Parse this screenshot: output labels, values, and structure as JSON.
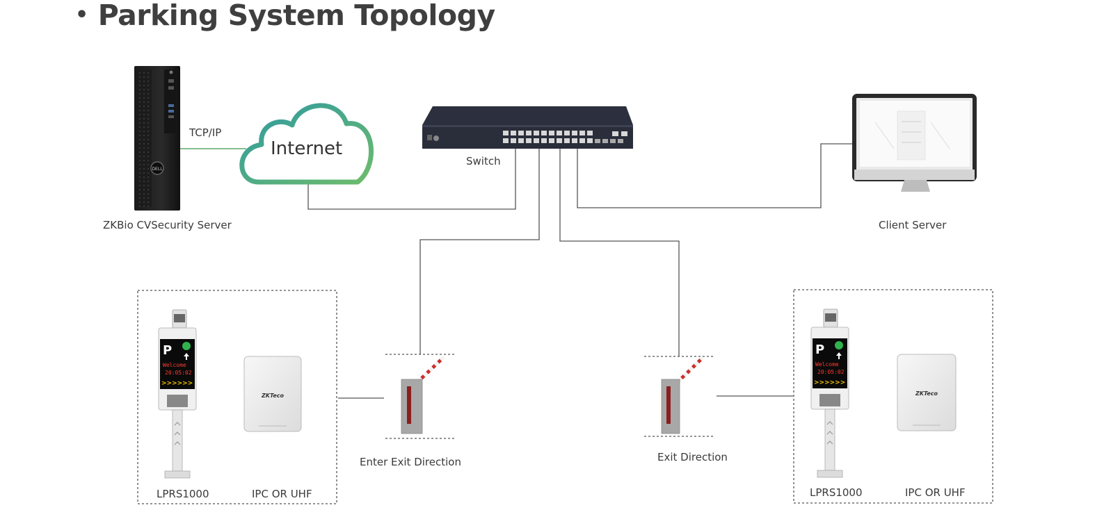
{
  "title": "Parking System Topology",
  "nodes": {
    "server": {
      "label": "ZKBio CVSecurity Server"
    },
    "link": {
      "label": "TCP/IP"
    },
    "internet": {
      "label": "Internet"
    },
    "switch": {
      "label": "Switch"
    },
    "client": {
      "label": "Client Server"
    },
    "enter_barrier": {
      "label": "Enter Exit  Direction"
    },
    "exit_barrier": {
      "label": "Exit  Direction"
    },
    "left_group": {
      "lprs_label": "LPRS1000",
      "ipc_label": "IPC OR UHF"
    },
    "right_group": {
      "lprs_label": "LPRS1000",
      "ipc_label": "IPC OR UHF"
    }
  },
  "branding": {
    "reader_logo": "ZKTeco",
    "display_text": [
      "Welcome",
      "20:05:02"
    ]
  },
  "colors": {
    "link_green": "#5aa86a",
    "cloud_teal": "#3aa294",
    "line": "#555555"
  }
}
